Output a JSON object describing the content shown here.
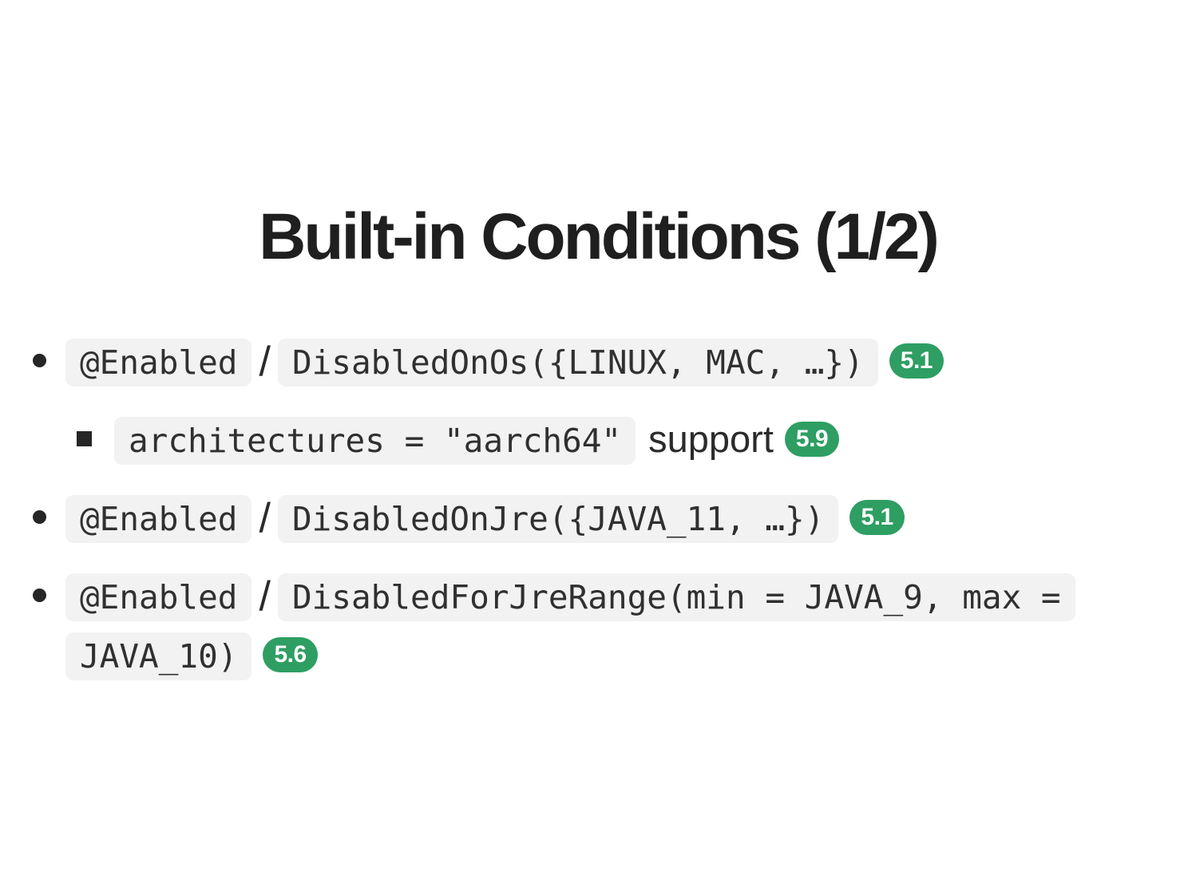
{
  "slide": {
    "title": "Built-in Conditions (1/2)",
    "colors": {
      "background": "#ffffff",
      "title_text": "#1f1f1f",
      "body_text": "#2b2b2b",
      "chip_background": "#f1f2f1",
      "chip_text": "#303030",
      "badge_background": "#2e9e62",
      "badge_text": "#ffffff"
    },
    "bullets": [
      {
        "level": 1,
        "chip_a": "@Enabled",
        "sep": "/",
        "chip_b": "DisabledOnOs({LINUX, MAC, …})",
        "badge": "5.1"
      },
      {
        "level": 2,
        "chip_a": "architectures = \"aarch64\"",
        "after_text": "support",
        "badge": "5.9"
      },
      {
        "level": 1,
        "chip_a": "@Enabled",
        "sep": "/",
        "chip_b": "DisabledOnJre({JAVA_11, …})",
        "badge": "5.1"
      },
      {
        "level": 1,
        "chip_a": "@Enabled",
        "sep": "/",
        "chip_b": "DisabledForJreRange(min = JAVA_9, max = JAVA_10)",
        "badge": "5.6"
      }
    ]
  }
}
